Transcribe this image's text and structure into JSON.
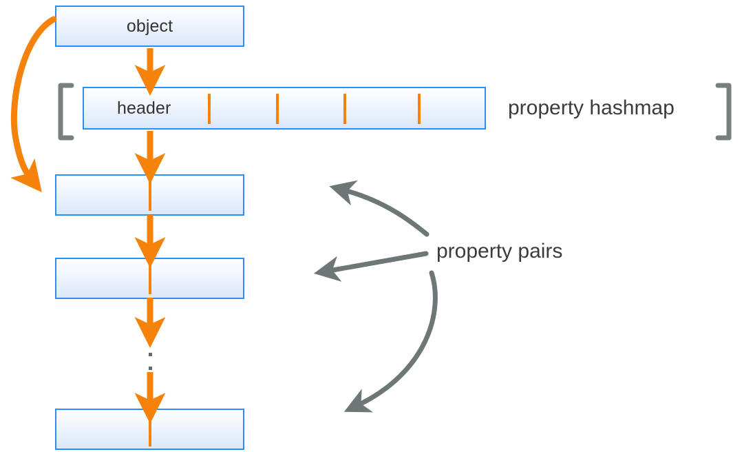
{
  "diagram": {
    "title": "object property hashmap layout",
    "colors": {
      "box_border": "#2f8cf5",
      "box_fill_top": "#fdfefe",
      "box_fill_bottom": "#dae7fa",
      "orange": "#f5820b",
      "gray": "#6e7777",
      "text": "#3b3b3b"
    },
    "boxes": [
      {
        "id": "object",
        "label": "object"
      },
      {
        "id": "header",
        "label": "header"
      },
      {
        "id": "pair-1",
        "label": ""
      },
      {
        "id": "pair-2",
        "label": ""
      },
      {
        "id": "pair-n",
        "label": ""
      }
    ],
    "hashmap_slots": 4,
    "annotations": [
      {
        "id": "property-hashmap",
        "label": "property hashmap"
      },
      {
        "id": "property-pairs",
        "label": "property pairs"
      }
    ],
    "ellipsis_dots": 3,
    "brackets": {
      "left": "[",
      "right": "]"
    },
    "arrows": {
      "object_to_header": "down-arrow",
      "header_to_pair1": "down-arrow",
      "pair1_to_pair2": "down-arrow",
      "pair2_to_ellipsis": "down-arrow",
      "ellipsis_to_pairn": "down-arrow",
      "object_to_pair1_curve": "curved-orange-arrow",
      "pairs_callouts": 3
    }
  }
}
